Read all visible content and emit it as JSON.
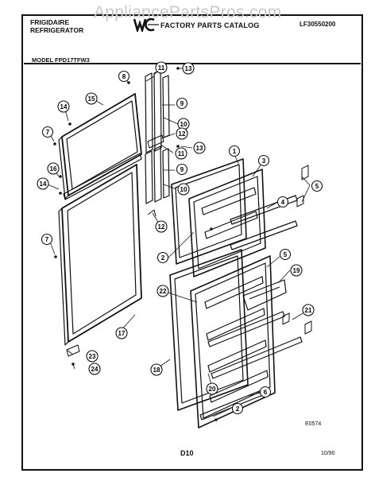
{
  "watermark": "AppliancePartsPros.com",
  "header": {
    "brand": "FRIGIDAIRE",
    "product": "REFRIGERATOR",
    "catalog": "FACTORY PARTS CATALOG",
    "part_number": "LF30550200",
    "model": "MODEL FPD17TFW3"
  },
  "footer": {
    "figure_code": "E0574",
    "page": "D10",
    "date": "10/90"
  },
  "callouts": [
    {
      "id": "c1",
      "label": "1"
    },
    {
      "id": "c2a",
      "label": "2"
    },
    {
      "id": "c2b",
      "label": "2"
    },
    {
      "id": "c3",
      "label": "3"
    },
    {
      "id": "c4",
      "label": "4"
    },
    {
      "id": "c5a",
      "label": "5"
    },
    {
      "id": "c5b",
      "label": "5"
    },
    {
      "id": "c6",
      "label": "6"
    },
    {
      "id": "c7a",
      "label": "7"
    },
    {
      "id": "c7b",
      "label": "7"
    },
    {
      "id": "c8",
      "label": "8"
    },
    {
      "id": "c9a",
      "label": "9"
    },
    {
      "id": "c9b",
      "label": "9"
    },
    {
      "id": "c10a",
      "label": "10"
    },
    {
      "id": "c10b",
      "label": "10"
    },
    {
      "id": "c11a",
      "label": "11"
    },
    {
      "id": "c11b",
      "label": "11"
    },
    {
      "id": "c12a",
      "label": "12"
    },
    {
      "id": "c12b",
      "label": "12"
    },
    {
      "id": "c13a",
      "label": "13"
    },
    {
      "id": "c13b",
      "label": "13"
    },
    {
      "id": "c14a",
      "label": "14"
    },
    {
      "id": "c14b",
      "label": "14"
    },
    {
      "id": "c15",
      "label": "15"
    },
    {
      "id": "c16",
      "label": "16"
    },
    {
      "id": "c17",
      "label": "17"
    },
    {
      "id": "c18",
      "label": "18"
    },
    {
      "id": "c19",
      "label": "19"
    },
    {
      "id": "c20",
      "label": "20"
    },
    {
      "id": "c21",
      "label": "21"
    },
    {
      "id": "c22",
      "label": "22"
    },
    {
      "id": "c23",
      "label": "23"
    },
    {
      "id": "c24",
      "label": "24"
    }
  ]
}
